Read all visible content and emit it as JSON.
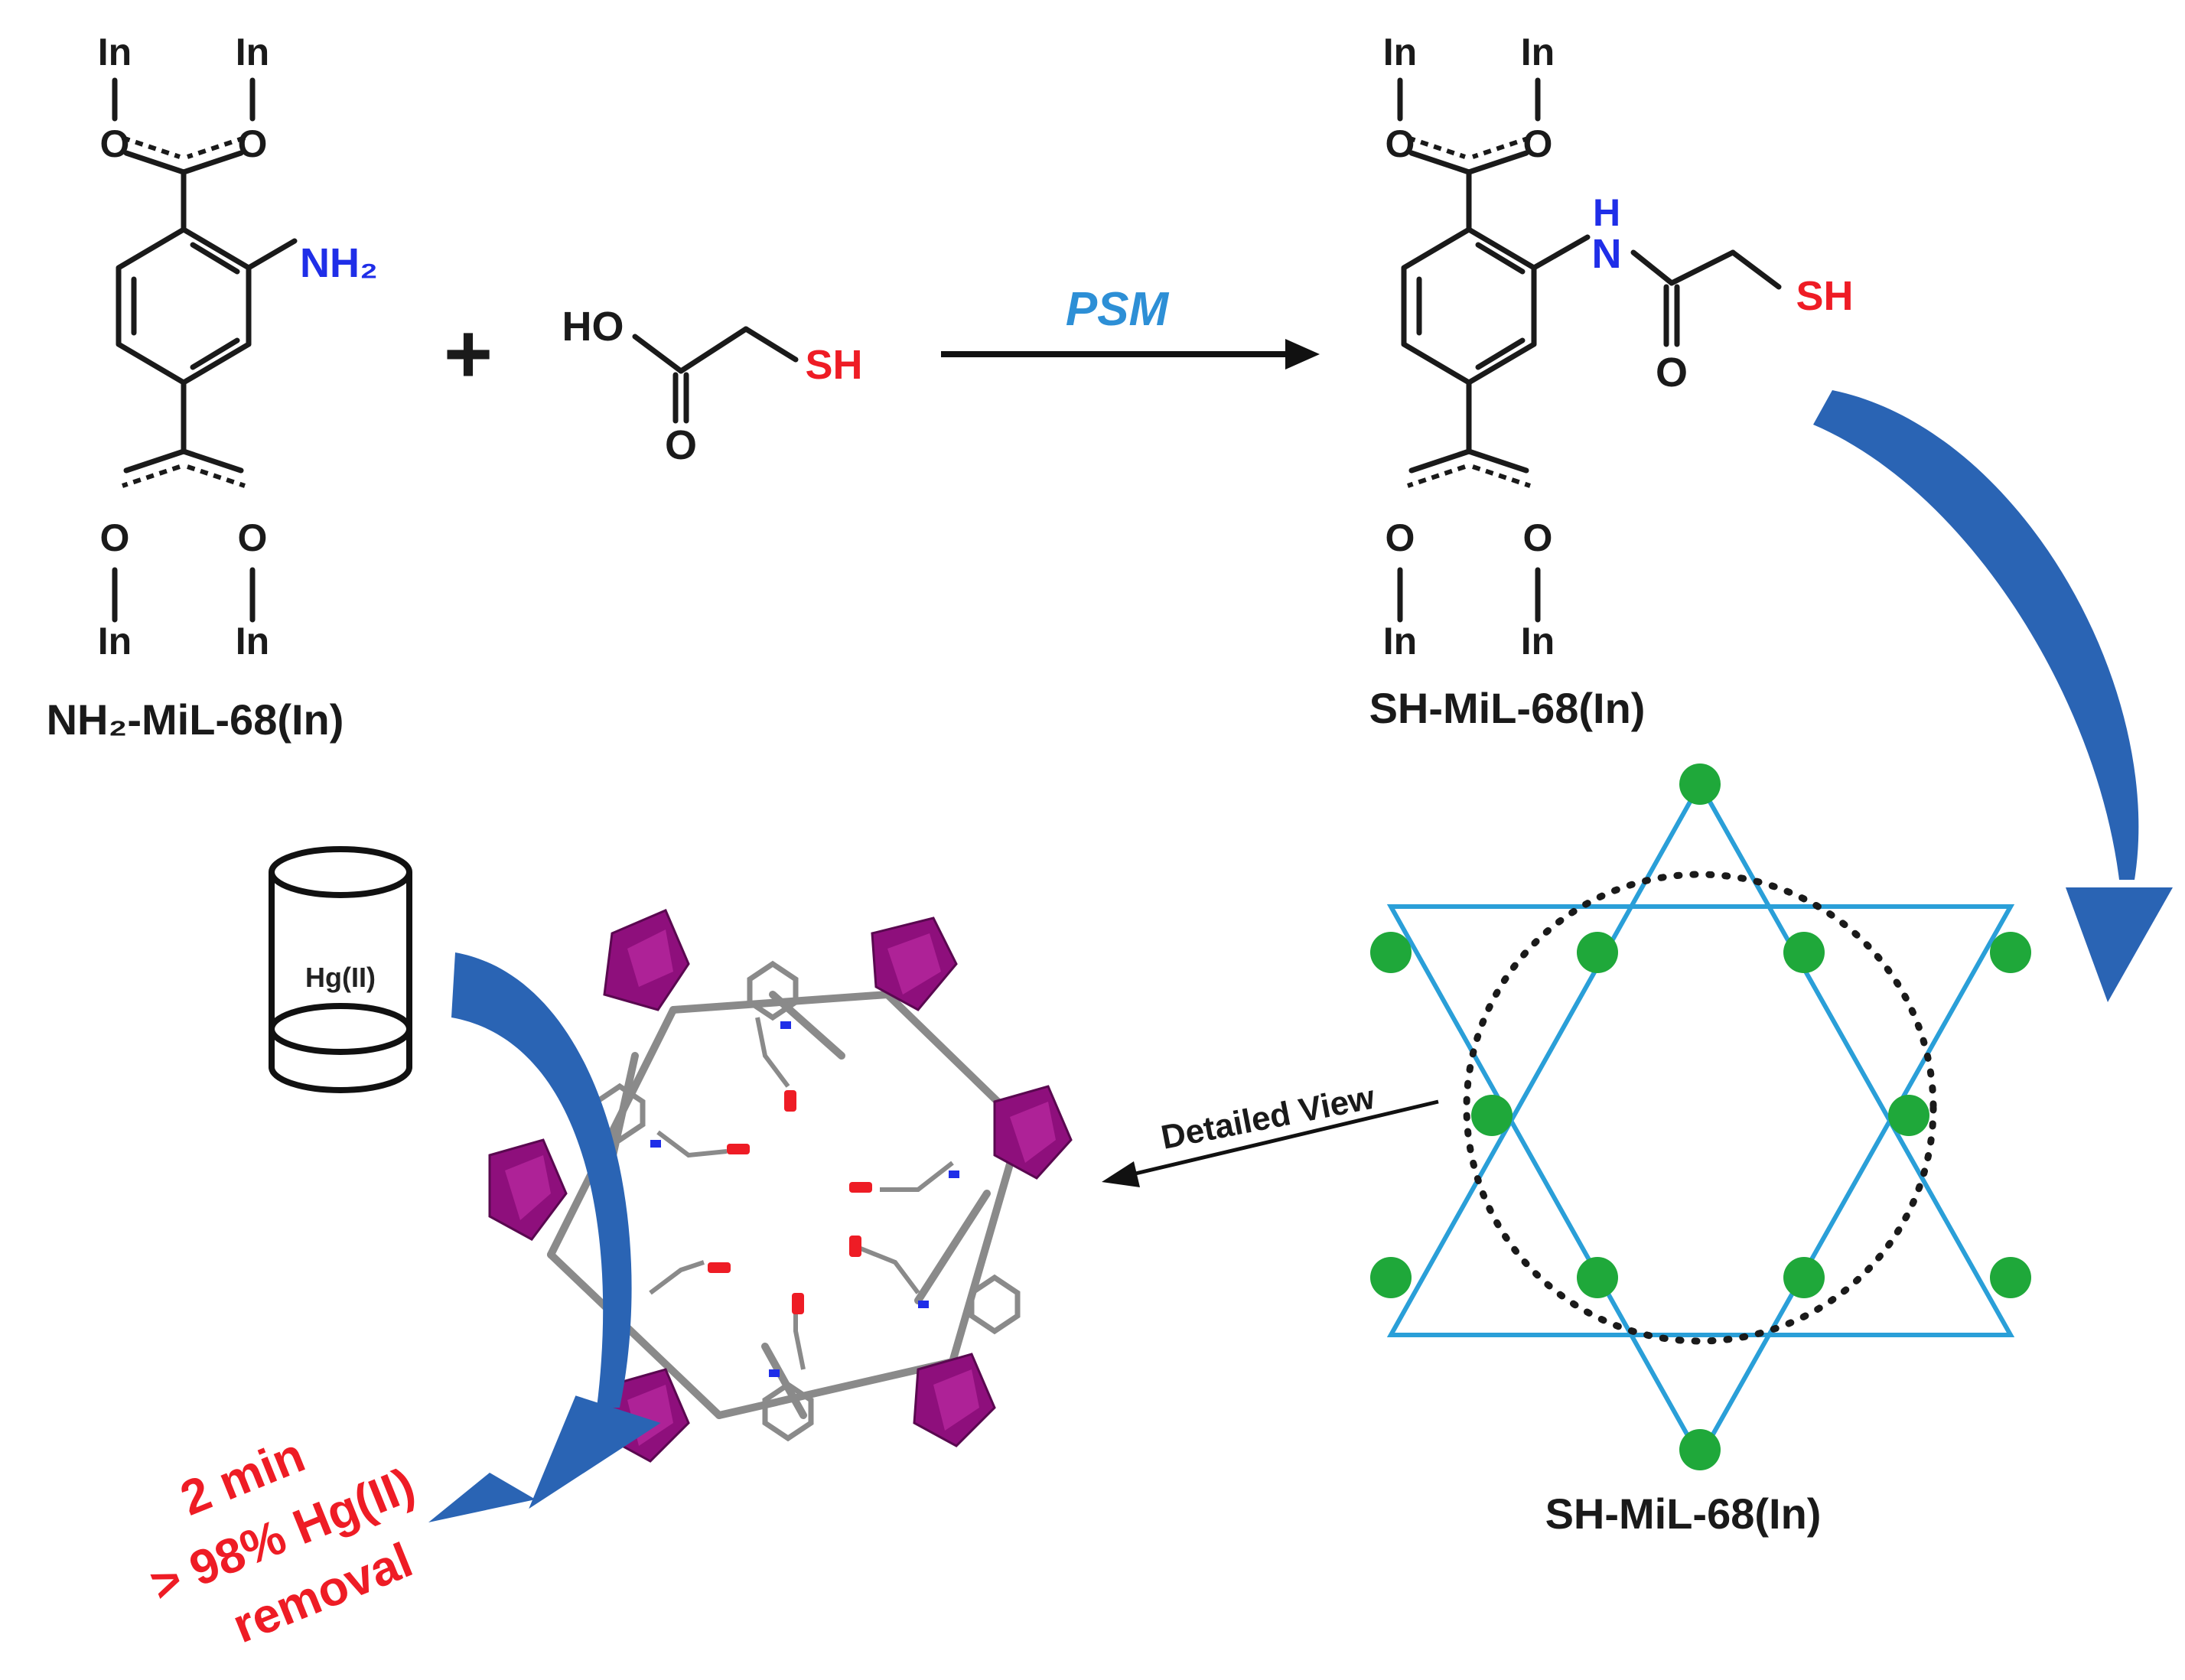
{
  "colors": {
    "amine": "#1f2ee8",
    "thiol": "#ee1c25",
    "psm": "#2d8fd6",
    "kagome_line": "#2a9fd8",
    "kagome_node": "#1fa83a",
    "polyhedra": "#8e0f7c",
    "curved_arrow": "#2a64b4",
    "result_text": "#ee1c25"
  },
  "labels": {
    "reactant_mof": "NH₂-MiL-68(In)",
    "product_mof": "SH-MiL-68(In)",
    "framework_mof": "SH-MiL-68(In)",
    "plus": "+",
    "psm": "PSM",
    "detailed_view": "Detailed View",
    "column": "Hg(II)"
  },
  "atoms": {
    "indium": "In",
    "oxygen": "O",
    "amine": "NH₂",
    "thiol": "SH",
    "hydroxyl": "HO",
    "nitrogen": "N",
    "hydrogen": "H"
  },
  "result": {
    "line1": "2 min",
    "line2": "> 98% Hg(II)",
    "line3": "removal"
  },
  "icons": {
    "column": "cylinder-icon",
    "reaction": "right-arrow-icon",
    "flow": "curved-arrow-icon"
  }
}
